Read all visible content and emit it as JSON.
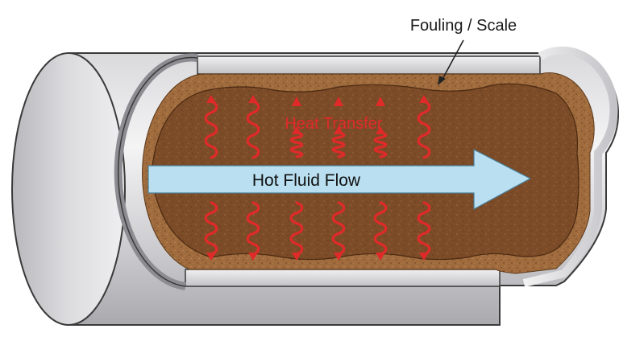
{
  "labels": {
    "fouling": "Fouling / Scale",
    "heat": "Heat Transfer",
    "flow": "Hot Fluid Flow"
  },
  "colors": {
    "pipe_light": "#e2e2e4",
    "pipe_mid": "#c8c8cc",
    "pipe_dark": "#9a9aa0",
    "outline": "#3a3a3a",
    "scale": "#9b6a3c",
    "scale_dark": "#6e4525",
    "core": "#7a4a26",
    "flow_arrow": "#b9dff0",
    "heat": "#e02a2a"
  },
  "heat_arrows": {
    "top_count": 6,
    "bottom_count": 6
  }
}
